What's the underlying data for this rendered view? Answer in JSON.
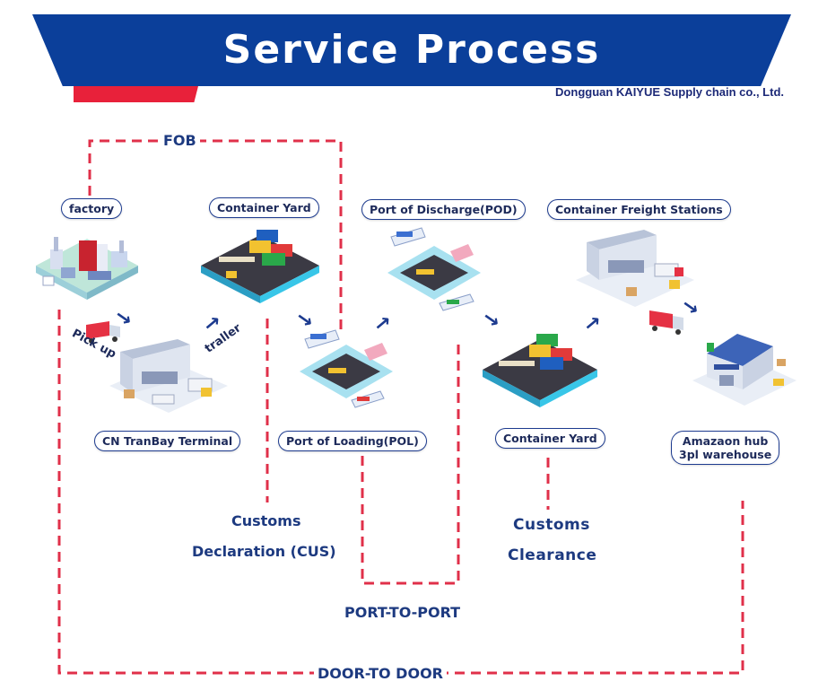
{
  "header": {
    "title": "Service Process",
    "company": "Dongguan KAIYUE Supply chain co., Ltd."
  },
  "stages": {
    "factory": "factory",
    "container_yard_1": "Container Yard",
    "port_of_discharge": "Port of Discharge(POD)",
    "container_freight_stations": "Container Freight Stations",
    "cn_terminal": "CN TranBay Terminal",
    "port_of_loading": "Port of Loading(POL)",
    "container_yard_2": "Container Yard",
    "amazon_hub_line1": "Amazaon hub",
    "amazon_hub_line2": "3pl warehouse"
  },
  "steps": {
    "pick_up": "Pick up",
    "trailer": "traller"
  },
  "zones": {
    "fob": "FOB",
    "customs_declaration_line1": "Customs",
    "customs_declaration_line2": "Declaration (CUS)",
    "port_to_port": "PORT-TO-PORT",
    "customs_clearance_line1": "Customs",
    "customs_clearance_line2": "Clearance",
    "door_to_door": "DOOR-TO DOOR"
  },
  "colors": {
    "banner_blue": "#0b3f9a",
    "banner_red": "#e8213a",
    "dashed_line": "#e0304a",
    "pill_border": "#1d3b8f",
    "text_dark_blue": "#1d3a80"
  },
  "icons": [
    "factory-icon",
    "truck-icon",
    "warehouse-icon",
    "container-yard-icon",
    "port-ship-icon",
    "forklift-icon"
  ]
}
